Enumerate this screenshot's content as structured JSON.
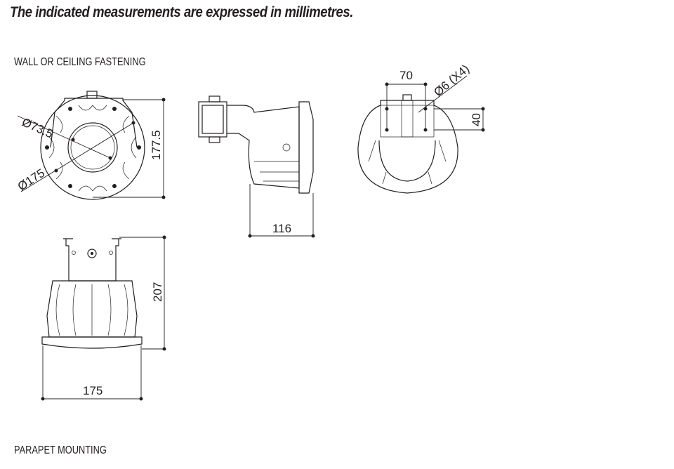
{
  "note": "The indicated measurements are expressed in millimetres.",
  "sections": {
    "wall_ceiling": "WALL OR CEILING FASTENING",
    "parapet": "PARAPET MOUNTING"
  },
  "dimensions": {
    "front_inner_diameter": "Ø73.5",
    "front_outer_diameter": "Ø175",
    "front_height": "177.5",
    "side_depth": "116",
    "rear_hole_spacing": "70",
    "rear_hole_diameter": "Ø6 (X4)",
    "rear_vertical_spacing": "40",
    "parapet_height": "207",
    "parapet_width": "175"
  }
}
